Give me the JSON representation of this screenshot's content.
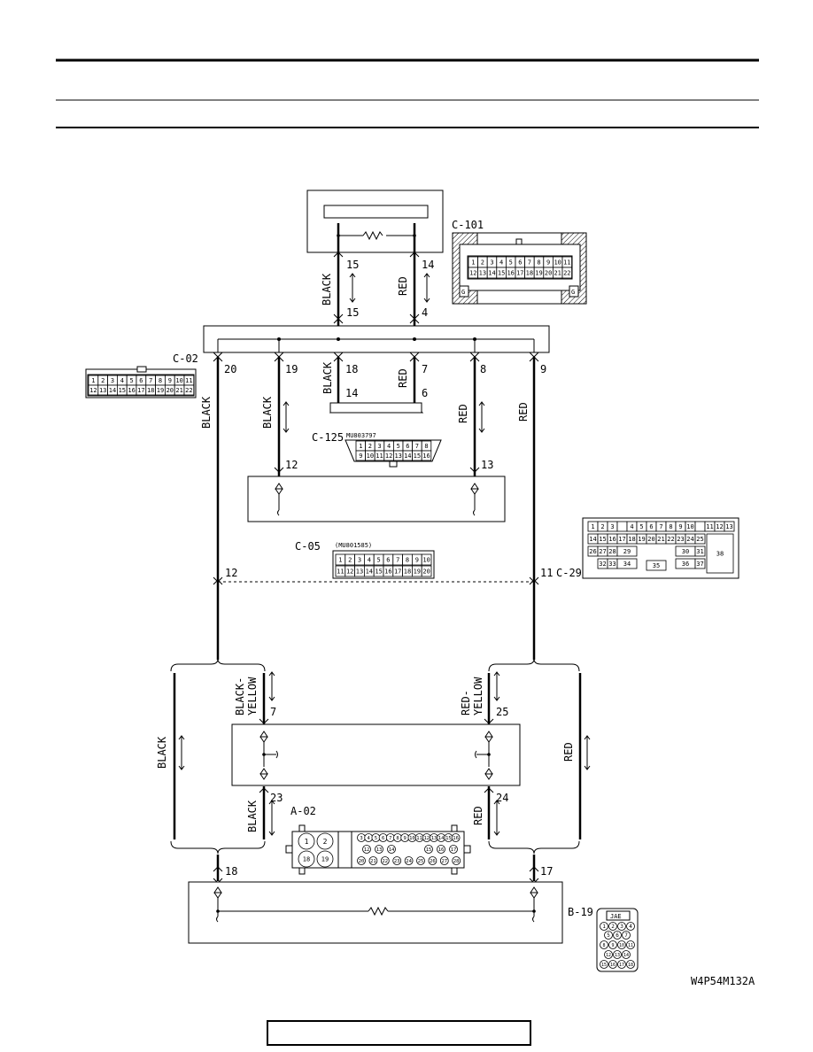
{
  "wires": {
    "black": "BLACK",
    "red": "RED",
    "black_yellow": "BLACK-\nYELLOW",
    "red_yellow": "RED-\nYELLOW"
  },
  "connectors": {
    "c101": "C-101",
    "c02": "C-02",
    "c125": "C-125",
    "c125_part": "MU803797",
    "c05": "C-05",
    "c05_part": "(MU801585)",
    "c29": "C-29",
    "a02": "A-02",
    "b19": "B-19",
    "b19_jae": "JAE"
  },
  "pins": {
    "top_left": "15",
    "top_right": "14",
    "mid_left": "15",
    "mid_right": "4",
    "c02_20": "20",
    "c02_19": "19",
    "c02_18": "18",
    "c02_7": "7",
    "c02_8": "8",
    "c02_9": "9",
    "c125_14": "14",
    "c125_6": "6",
    "box_12": "12",
    "box_13": "13",
    "c29_12": "12",
    "c29_11": "11",
    "a_7": "7",
    "a_25": "25",
    "a_23": "23",
    "a_24": "24",
    "b_18": "18",
    "b_17": "17"
  },
  "figure_id": "W4P54M132A"
}
